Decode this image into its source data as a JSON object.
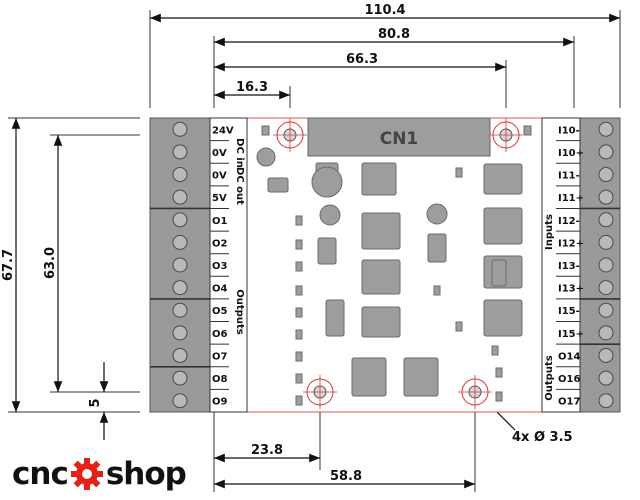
{
  "dimensions": {
    "overall_width": "110.4",
    "terminal_span": "80.8",
    "hole_top_right_x": "66.3",
    "hole_top_left_x": "16.3",
    "overall_height": "67.7",
    "hole_spacing_y": "63.0",
    "hole_offset_y": "5",
    "hole_bottom_left_x": "23.8",
    "hole_bottom_right_x": "58.8",
    "hole_callout": "4x Ø 3.5"
  },
  "board": {
    "connector_label": "CN1"
  },
  "left_terminals": {
    "labels": [
      "24V",
      "0V",
      "0V",
      "5V",
      "O1",
      "O2",
      "O3",
      "O4",
      "O5",
      "O6",
      "O7",
      "O8",
      "O9"
    ],
    "groups": [
      "DC in",
      "DC out",
      "Outputs"
    ]
  },
  "right_terminals": {
    "labels": [
      "I10-",
      "I10+",
      "I11-",
      "I11+",
      "I12-",
      "I12+",
      "I13-",
      "I13+",
      "I15-",
      "I15+",
      "O14",
      "O16",
      "O17"
    ],
    "groups": [
      "Inputs",
      "Outputs"
    ]
  },
  "logo": {
    "left": "cnc",
    "right": "shop"
  },
  "colors": {
    "board_outline": "#e05050",
    "terminal_body": "#9a9a9a",
    "component": "#9d9d9d",
    "hole_ring": "#e03030",
    "logo_gear": "#e32119"
  }
}
